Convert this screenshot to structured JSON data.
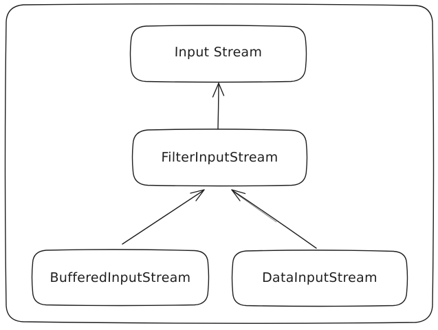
{
  "diagram": {
    "type": "class-hierarchy",
    "colors": {
      "stroke": "#1e1e1e",
      "background": "#ffffff"
    },
    "nodes": [
      {
        "id": "input-stream",
        "label": "Input Stream"
      },
      {
        "id": "filter-input-stream",
        "label": "FilterInputStream"
      },
      {
        "id": "buffered-input-stream",
        "label": "BufferedInputStream"
      },
      {
        "id": "data-input-stream",
        "label": "DataInputStream"
      }
    ],
    "edges": [
      {
        "from": "filter-input-stream",
        "to": "input-stream",
        "arrowhead": "open"
      },
      {
        "from": "buffered-input-stream",
        "to": "filter-input-stream",
        "arrowhead": "open"
      },
      {
        "from": "data-input-stream",
        "to": "filter-input-stream",
        "arrowhead": "open"
      }
    ]
  }
}
